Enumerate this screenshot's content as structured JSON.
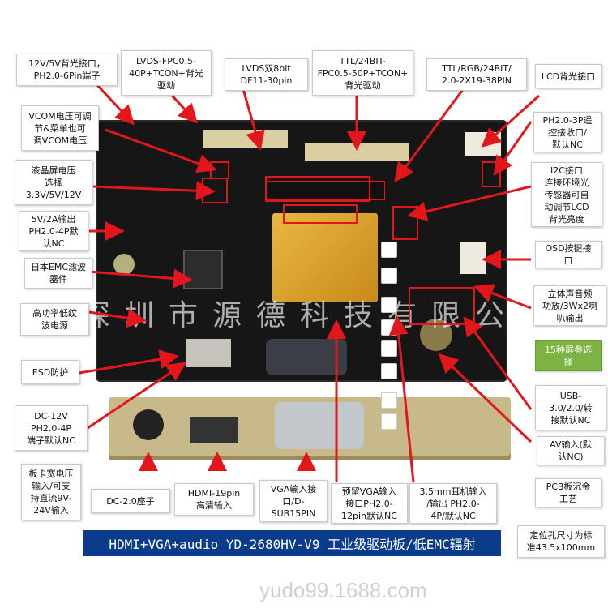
{
  "labels": {
    "l1": "12V/5V背光接口，\nPH2.0-6Pin端子",
    "l2": "LVDS-FPC0.5-\n40P+TCON+背光\n驱动",
    "l3": "LVDS双8bit\nDF11-30pin",
    "l4": "TTL/24BIT-\nFPC0.5-50P+TCON+\n背光驱动",
    "l5": "TTL/RGB/24BIT/\n2.0-2X19-38PIN",
    "l6": "LCD背光接口",
    "l7": "VCOM电压可调\n节&菜单也可\n调VCOM电压",
    "l8": "液晶屏电压\n选择\n3.3V/5V/12V",
    "l9": "5V/2A输出\nPH2.0-4P默\n认NC",
    "l10": "日本EMC滤波\n器件",
    "l11": "高功率低纹\n波电源",
    "l12": "ESD防护",
    "l13": "PH2.0-3P遥\n控接收口/\n默认NC",
    "l14": "I2C接口\n连接环境光\n传感器可自\n动调节LCD\n背光亮度",
    "l15": "OSD按键接\n口",
    "l16": "立体声音频\n功放/3Wx2喇\n叭输出",
    "l17": "15种屏参选\n择",
    "l18": "USB-\n3.0/2.0/转\n接默认NC",
    "l19": "AV输入(默\n认NC)",
    "l20": "DC-12V\nPH2.0-4P\n端子默认NC",
    "l21": "板卡宽电压\n输入/可支\n持直流9V-\n24V输入",
    "l22": "DC-2.0座子",
    "l23": "HDMI-19pin\n高清输入",
    "l24": "VGA输入接\n口/D-\nSUB15PIN",
    "l25": "预留VGA输入\n接口PH2.0-\n12pin默认NC",
    "l26": "3.5mm耳机输入\n/输出 PH2.0-\n4P/默认NC",
    "l27": "PCB板沉金\n工艺",
    "l28": "定位孔尺寸为标\n准43.5x100mm"
  },
  "title_bar": "HDMI+VGA+audio YD-2680HV-V9 工业级驱动板/低EMC辐射",
  "watermark": "yudo99.1688.com",
  "overlay_text": "深圳市源德科技有限公司",
  "colors": {
    "arrow": "#e3161b",
    "title_bg": "#0b3c8c",
    "green_label": "#7cb342"
  }
}
